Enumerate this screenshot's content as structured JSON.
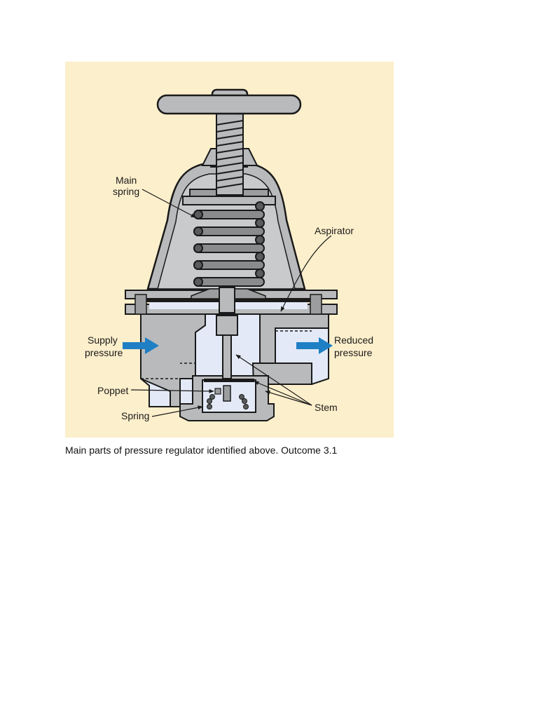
{
  "figure": {
    "labels": {
      "main_spring_line1": "Main",
      "main_spring_line2": "spring",
      "aspirator": "Aspirator",
      "supply_line1": "Supply",
      "supply_line2": "pressure",
      "reduced_line1": "Reduced",
      "reduced_line2": "pressure",
      "poppet": "Poppet",
      "stem": "Stem",
      "spring": "Spring"
    },
    "colors": {
      "background": "#fcefcb",
      "metal": "#b9babb",
      "metal_dark": "#9c9d9f",
      "chamber": "#e3e9f6",
      "arrow": "#1f7fc4",
      "outline": "#1a1a1a"
    }
  },
  "caption": "Main parts of pressure regulator identified above. Outcome 3.1"
}
